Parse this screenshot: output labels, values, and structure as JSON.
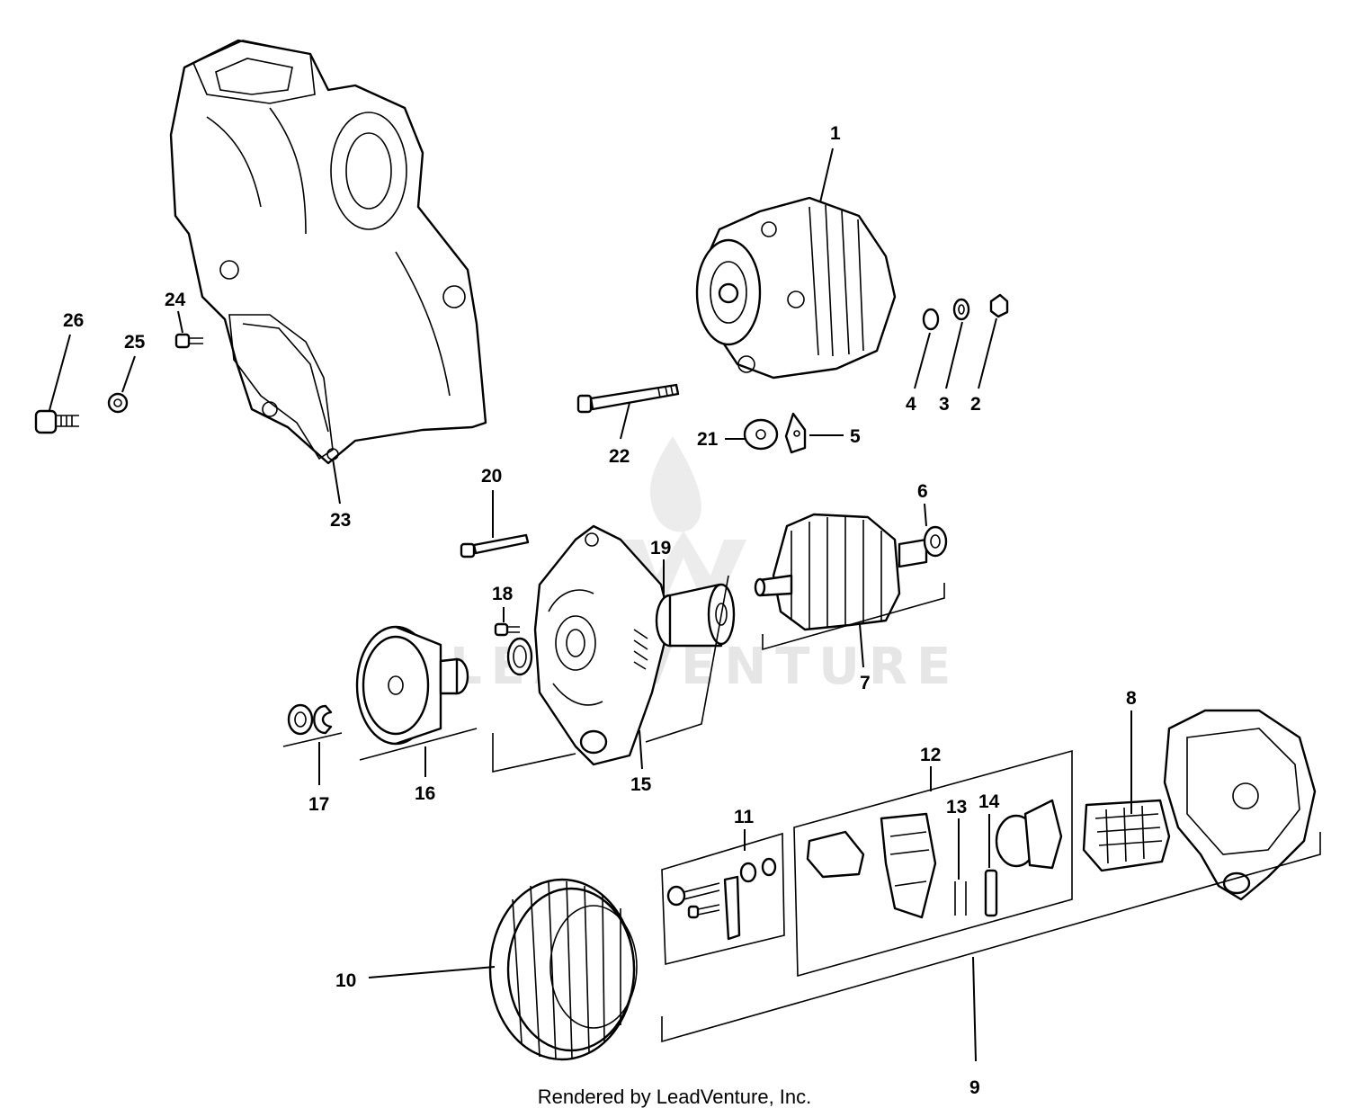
{
  "footer": {
    "credit": "Rendered by LeadVenture, Inc."
  },
  "watermark": {
    "text": "LEADVENTURE"
  },
  "callouts": [
    "1",
    "2",
    "3",
    "4",
    "5",
    "6",
    "7",
    "8",
    "9",
    "10",
    "11",
    "12",
    "13",
    "14",
    "15",
    "16",
    "17",
    "18",
    "19",
    "20",
    "21",
    "22",
    "23",
    "24",
    "25",
    "26"
  ],
  "colors": {
    "line": "#000000",
    "background": "#ffffff",
    "watermark": "#e6e6e6"
  },
  "icons": [
    "flame-logo-icon"
  ]
}
